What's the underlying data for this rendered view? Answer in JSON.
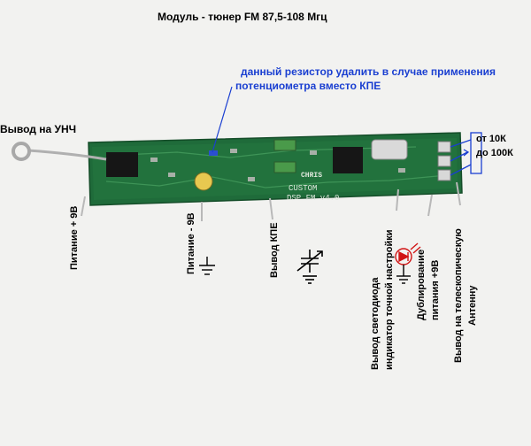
{
  "title": "Модуль - тюнер FM 87,5-108 Мгц",
  "note": {
    "line1": "данный резистор удалить в случае применения",
    "line2": "потенциометра вместо КПЕ"
  },
  "labels": {
    "unch": "Вывод на УНЧ",
    "pot_line1": "от 10К",
    "pot_line2": "до 100К",
    "power_plus": "Питание + 9В",
    "power_minus": "Питание - 9В",
    "kpe": "Вывод КПЕ",
    "led_line1": "Вывод светодиода",
    "led_line2": "индикатор точной настройки",
    "dup_line1": "Дублирование",
    "dup_line2": "питания +9В",
    "ant_line1": "Вывод на телескопическую",
    "ant_line2": "Антенну"
  },
  "board": {
    "brand": "CHRIS",
    "line1": "CUSTOM",
    "line2": "DSP FM v4.0"
  },
  "colors": {
    "pcb": "#1f6b3a",
    "note": "#1a3fd1",
    "pot": "#1a3fd1",
    "led": "#d11414"
  }
}
